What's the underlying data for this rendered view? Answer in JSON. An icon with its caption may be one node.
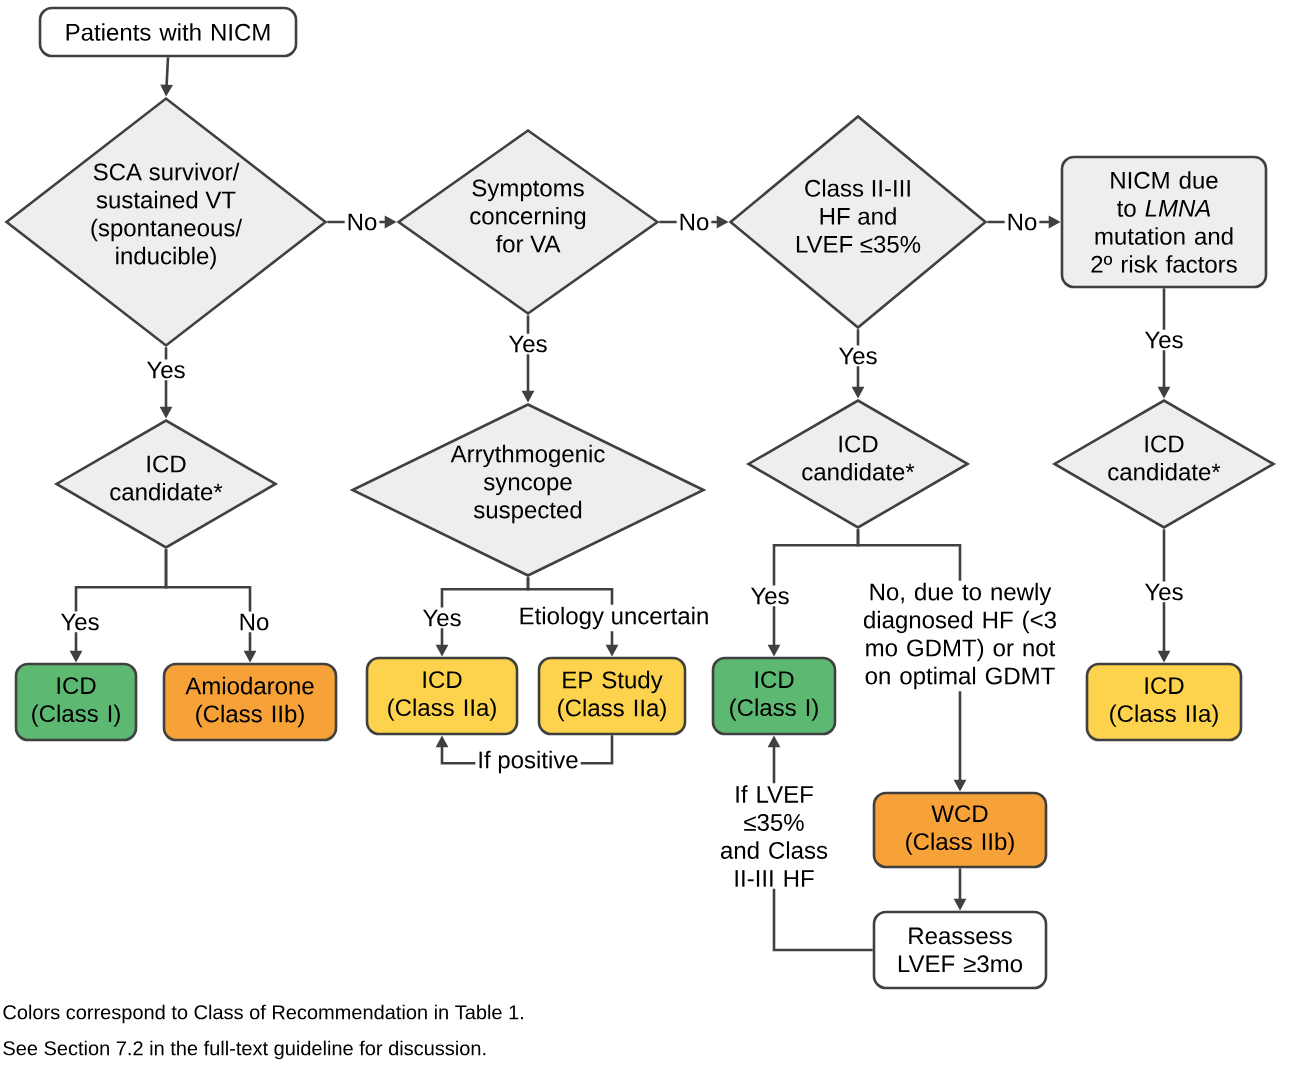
{
  "diagram": {
    "nodes": [
      {
        "text": [
          "Patients with NICM"
        ]
      },
      {
        "text": [
          "SCA survivor/ sustained VT (spontaneous/ inducible)"
        ]
      },
      {
        "text": [
          "Symptoms concerning for VA"
        ]
      },
      {
        "text": [
          "Class II-III HF and LVEF ≤35%"
        ]
      },
      {
        "text": [
          "NICM due to *LMNA* mutation and 2º risk factors"
        ]
      },
      {
        "text": [
          "ICD candidate*"
        ]
      },
      {
        "text": [
          "Arrythmogenic syncope suspected"
        ]
      },
      {
        "text": [
          "ICD candidate*"
        ]
      },
      {
        "text": [
          "ICD candidate*"
        ]
      },
      {
        "text": [
          "ICD (Class I)"
        ]
      },
      {
        "text": [
          "Amiodarone (Class IIb)"
        ]
      },
      {
        "text": [
          "ICD (Class IIa)"
        ]
      },
      {
        "text": [
          "EP Study (Class IIa)"
        ]
      },
      {
        "text": [
          "ICD (Class I)"
        ]
      },
      {
        "text": [
          "WCD (Class IIb)"
        ]
      },
      {
        "text": [
          "Reassess LVEF ≥3mo"
        ]
      },
      {
        "text": [
          "ICD (Class IIa)"
        ]
      }
    ],
    "edges": [
      {
        "from": 0,
        "to": 1,
        "arrow": "to"
      },
      {
        "from": 1,
        "to": 2,
        "arrow": "to",
        "label": "No"
      },
      {
        "from": 2,
        "to": 3,
        "arrow": "to",
        "label": "No"
      },
      {
        "from": 3,
        "to": 4,
        "arrow": "to",
        "label": "No"
      },
      {
        "from": 1,
        "to": 5,
        "arrow": "to",
        "label": "Yes"
      },
      {
        "from": 2,
        "to": 6,
        "arrow": "to",
        "label": "Yes"
      },
      {
        "from": 3,
        "to": 7,
        "arrow": "to",
        "label": "Yes"
      },
      {
        "from": 4,
        "to": 8,
        "arrow": "to",
        "label": "Yes"
      },
      {
        "from": 5,
        "to": 9,
        "arrow": "to",
        "label": "Yes"
      },
      {
        "from": 5,
        "to": 10,
        "arrow": "to",
        "label": "No"
      },
      {
        "from": 6,
        "to": 11,
        "arrow": "to",
        "label": "Yes"
      },
      {
        "from": 6,
        "to": 12,
        "arrow": "to",
        "label": "Etiology uncertain"
      },
      {
        "from": 12,
        "to": 11,
        "arrow": "to",
        "label": "If positive"
      },
      {
        "from": 7,
        "to": 13,
        "arrow": "to",
        "label": "Yes"
      },
      {
        "from": 7,
        "to": 14,
        "arrow": "to",
        "label": "No, due to newly diagnosed HF (<3 mo GDMT) or not on optimal GDMT"
      },
      {
        "from": 14,
        "to": 15,
        "arrow": "to"
      },
      {
        "from": 15,
        "to": 13,
        "arrow": "to",
        "label": "If LVEF ≤35% and Class II-III HF"
      },
      {
        "from": 8,
        "to": 16,
        "arrow": "to",
        "label": "Yes"
      }
    ],
    "labels": [
      "Colors correspond to Class of Recommendation in Table 1.",
      "See Section 7.2 in the full-text guideline for discussion."
    ]
  }
}
